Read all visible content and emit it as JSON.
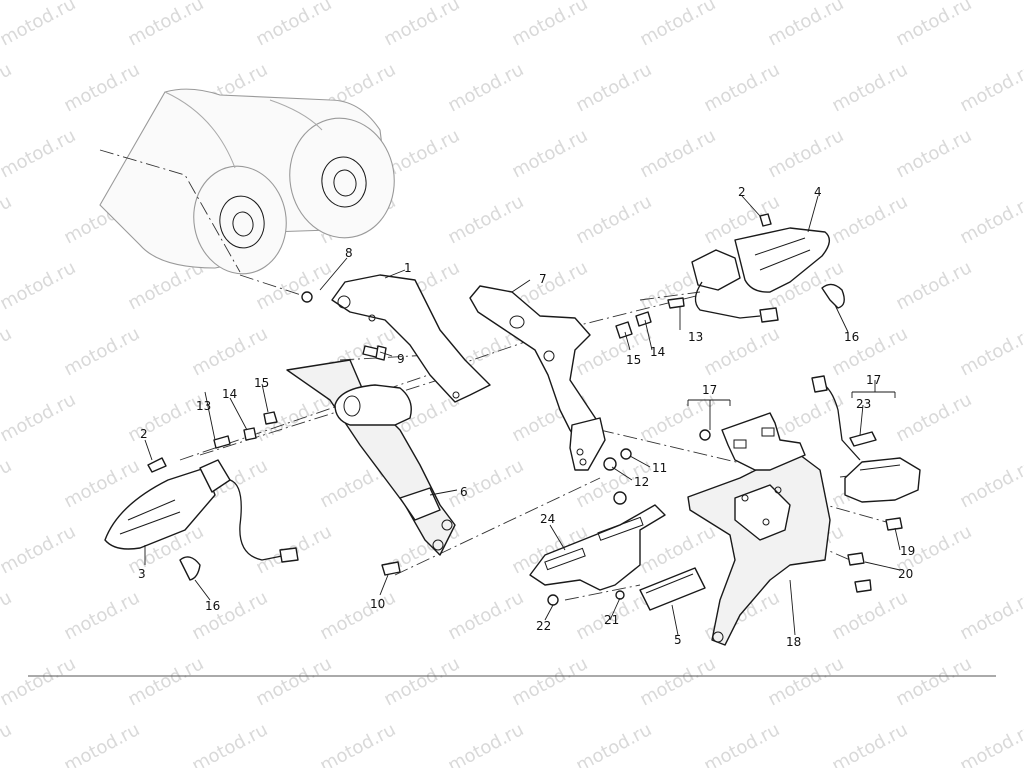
{
  "watermark": {
    "text": "motod.ru"
  },
  "callouts": [
    {
      "id": "c1",
      "label": "1"
    },
    {
      "id": "c2a",
      "label": "2"
    },
    {
      "id": "c2b",
      "label": "2"
    },
    {
      "id": "c3",
      "label": "3"
    },
    {
      "id": "c4",
      "label": "4"
    },
    {
      "id": "c5",
      "label": "5"
    },
    {
      "id": "c6",
      "label": "6"
    },
    {
      "id": "c7",
      "label": "7"
    },
    {
      "id": "c8",
      "label": "8"
    },
    {
      "id": "c9",
      "label": "9"
    },
    {
      "id": "c10",
      "label": "10"
    },
    {
      "id": "c11",
      "label": "11"
    },
    {
      "id": "c12",
      "label": "12"
    },
    {
      "id": "c13a",
      "label": "13"
    },
    {
      "id": "c13b",
      "label": "13"
    },
    {
      "id": "c14a",
      "label": "14"
    },
    {
      "id": "c14b",
      "label": "14"
    },
    {
      "id": "c15a",
      "label": "15"
    },
    {
      "id": "c15b",
      "label": "15"
    },
    {
      "id": "c16a",
      "label": "16"
    },
    {
      "id": "c16b",
      "label": "16"
    },
    {
      "id": "c17a",
      "label": "17"
    },
    {
      "id": "c17b",
      "label": "17"
    },
    {
      "id": "c18",
      "label": "18"
    },
    {
      "id": "c19",
      "label": "19"
    },
    {
      "id": "c20",
      "label": "20"
    },
    {
      "id": "c21",
      "label": "21"
    },
    {
      "id": "c22",
      "label": "22"
    },
    {
      "id": "c23",
      "label": "23"
    },
    {
      "id": "c24",
      "label": "24"
    }
  ]
}
